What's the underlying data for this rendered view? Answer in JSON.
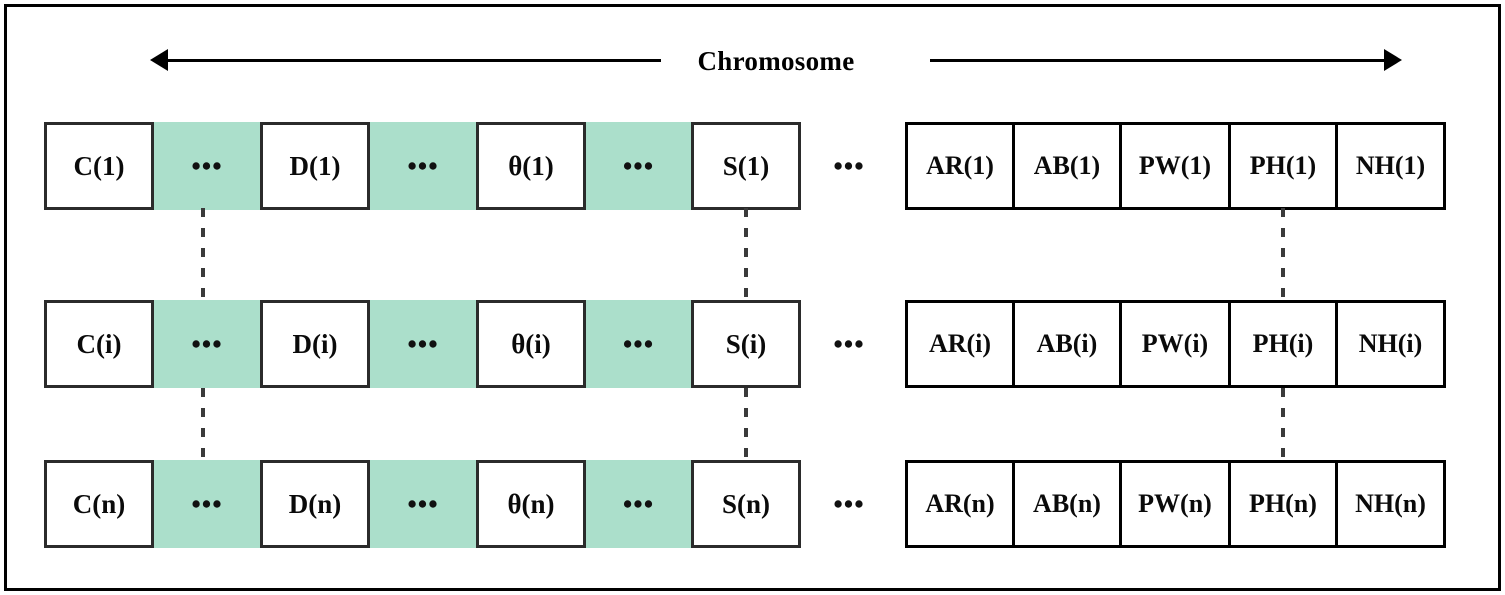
{
  "figure": {
    "title": "Chromosome",
    "arrow_left": "left-arrowhead",
    "arrow_right": "right-arrowhead",
    "teal_color": "#abdfcb",
    "box_border_color": "#000000",
    "frame_color": "#000000",
    "ellipsis": "•••",
    "gap_ellipsis": "•••"
  },
  "rows": [
    {
      "index": "1",
      "left_genes": [
        "C(1)",
        "D(1)",
        "θ(1)",
        "S(1)"
      ],
      "left_ellipses": [
        "•••",
        "•••",
        "•••"
      ],
      "gap": "•••",
      "right_genes": [
        "AR(1)",
        "AB(1)",
        "PW(1)",
        "PH(1)",
        "NH(1)"
      ]
    },
    {
      "index": "i",
      "left_genes": [
        "C(i)",
        "D(i)",
        "θ(i)",
        "S(i)"
      ],
      "left_ellipses": [
        "•••",
        "•••",
        "•••"
      ],
      "gap": "•••",
      "right_genes": [
        "AR(i)",
        "AB(i)",
        "PW(i)",
        "PH(i)",
        "NH(i)"
      ]
    },
    {
      "index": "n",
      "left_genes": [
        "C(n)",
        "D(n)",
        "θ(n)",
        "S(n)"
      ],
      "left_ellipses": [
        "•••",
        "•••",
        "•••"
      ],
      "gap": "•••",
      "right_genes": [
        "AR(n)",
        "AB(n)",
        "PW(n)",
        "PH(n)",
        "NH(n)"
      ]
    }
  ]
}
